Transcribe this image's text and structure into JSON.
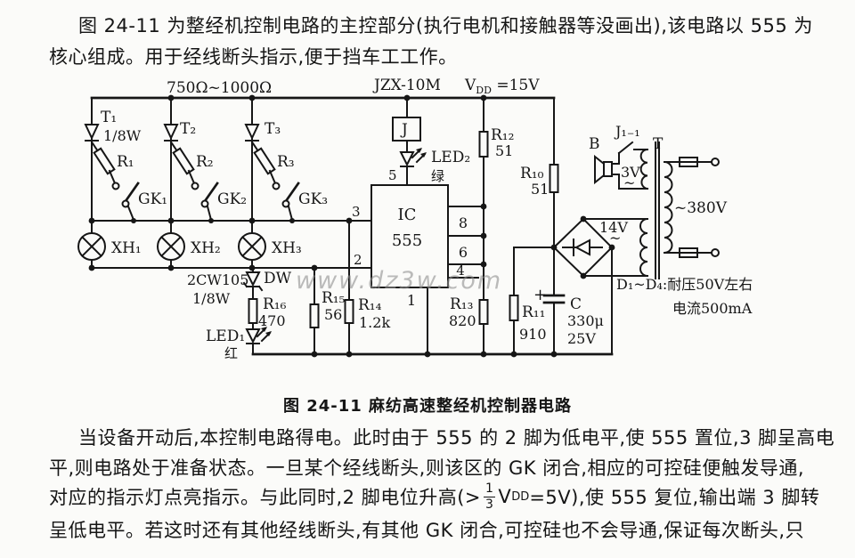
{
  "intro": {
    "line1": "图 24-11 为整经机控制电路的主控部分(执行电机和接触器等没画出),该电路以 555 为",
    "line2": "核心组成。用于经线断头指示,便于挡车工工作。"
  },
  "figure_caption": "图 24-11  麻纺高速整经机控制器电路",
  "body": {
    "line1": "当设备开动后,本控制电路得电。此时由于 555 的 2 脚为低电平,使 555 置位,3 脚呈高电",
    "line2": "平,则电路处于准备状态。一旦某个经线断头,则该区的 GK 闭合,相应的可控硅便触发导通,",
    "line3_pre": "对应的指示灯点亮指示。与此同时,2 脚电位升高(>",
    "frac_num": "1",
    "frac_den": "3",
    "line3_v": "V",
    "line3_vsub": "DD",
    "line3_post": "=5V),使 555 复位,输出端 3 脚转",
    "line4": "呈低电平。若这时还有其他经线断头,有其他 GK 闭合,可控硅也不会导通,保证每次断头,只"
  },
  "watermark": "www.dz3w.com",
  "circuit": {
    "res_range": "750Ω~1000Ω",
    "relay_model": "JZX-10M",
    "vdd_v": "V",
    "vdd_sub": "DD",
    "vdd_eq": " =15V",
    "t1": "T₁",
    "t1_watt": "1/8W",
    "t2": "T₂",
    "t3": "T₃",
    "r1": "R₁",
    "r2": "R₂",
    "r3": "R₃",
    "gk1": "GK₁",
    "gk2": "GK₂",
    "gk3": "GK₃",
    "xh1": "XH₁",
    "xh2": "XH₂",
    "xh3": "XH₃",
    "relay_j": "J",
    "pin5": "5",
    "pin3": "3",
    "pin2": "2",
    "pin1": "1",
    "pin8": "8",
    "pin6": "6",
    "pin4": "4",
    "led2": "LED₂",
    "led2_color": "绿",
    "ic": "IC",
    "ic_num": "555",
    "r12": "R₁₂",
    "r12_v": "51",
    "r10": "R₁₀",
    "r10_v": "51",
    "r13": "R₁₃",
    "r13_v": "820",
    "r14": "R₁₄",
    "r14_v": "1.2k",
    "r15": "R₁₅",
    "r15_v": "56",
    "r16": "R₁₆",
    "r16_v": "470",
    "r11": "R₁₁",
    "r11_v": "910",
    "zener_model": "2CW105",
    "zener_watt": "1/8W",
    "zener": "DW",
    "led1": "LED₁",
    "led1_color": "红",
    "cap_plus": "+",
    "cap": "C",
    "cap_uf": "330μ",
    "cap_v": "25V",
    "ac14": "14V",
    "tilde14": "~",
    "spk": "B",
    "contact": "J₁₋₁",
    "xfmr": "T",
    "ac3": "3V",
    "tilde3": "~",
    "ac380": "~380V",
    "note1": "D₁~D₄:耐压50V左右",
    "note2": "电流500mA"
  }
}
